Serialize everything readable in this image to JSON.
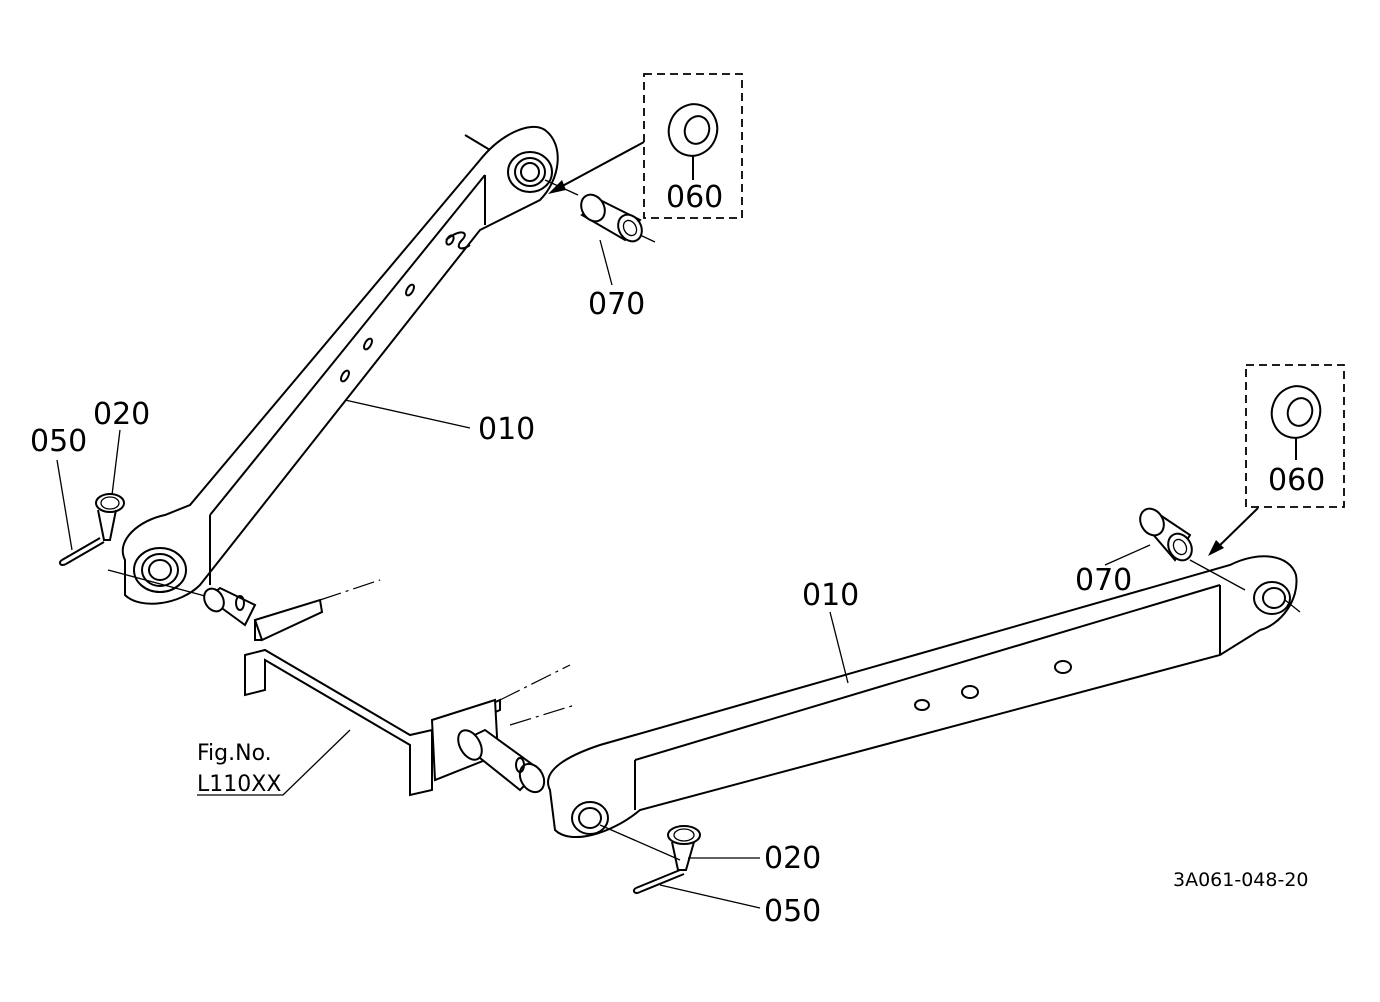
{
  "diagram": {
    "part_labels": {
      "upper_arm": "010",
      "lower_arm": "010",
      "upper_inset_washer": "060",
      "lower_inset_washer": "060",
      "upper_bushing": "070",
      "lower_bushing": "070",
      "upper_pin": "020",
      "lower_pin": "020",
      "upper_cotter": "050",
      "lower_cotter": "050"
    },
    "figure_reference": {
      "line1": "Fig.No.",
      "line2": "L110XX"
    },
    "drawing_code": "3A061-048-20"
  }
}
